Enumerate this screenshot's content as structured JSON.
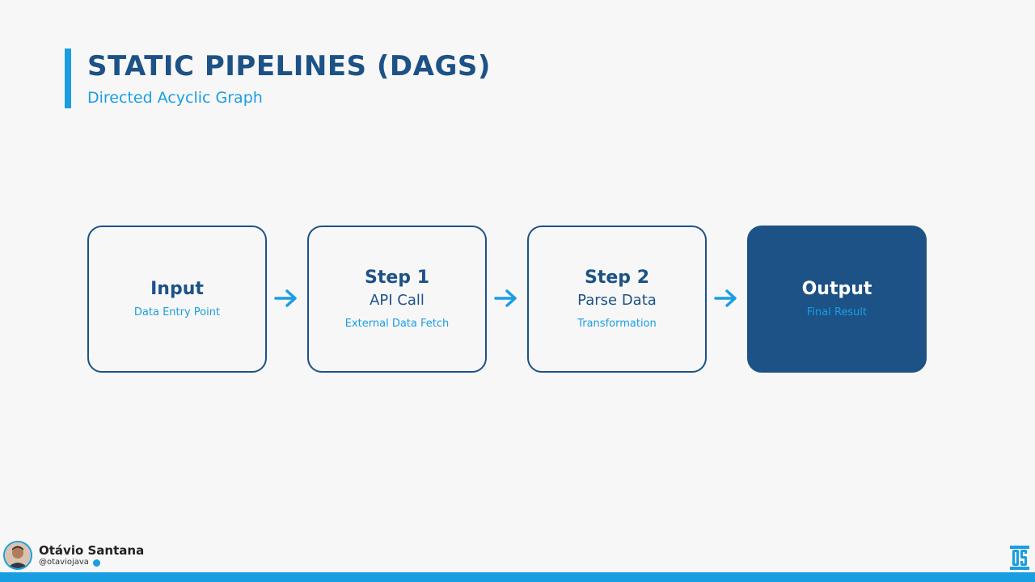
{
  "header": {
    "title": "STATIC PIPELINES (DAGS)",
    "subtitle": "Directed Acyclic Graph"
  },
  "nodes": [
    {
      "title": "Input",
      "description": "Data Entry Point"
    },
    {
      "title": "Step 1",
      "label": "API Call",
      "description": "External Data Fetch"
    },
    {
      "title": "Step 2",
      "label": "Parse Data",
      "description": "Transformation"
    },
    {
      "title": "Output",
      "description": "Final Result"
    }
  ],
  "author": {
    "name": "Otávio Santana",
    "handle": "@otaviojava"
  },
  "colors": {
    "primary": "#1c5286",
    "accent": "#1a9ee2",
    "background": "#f7f7f7"
  },
  "icons": {
    "arrow": "arrow-right-icon",
    "verified": "verified-badge-icon",
    "logo": "os-logo-icon"
  }
}
